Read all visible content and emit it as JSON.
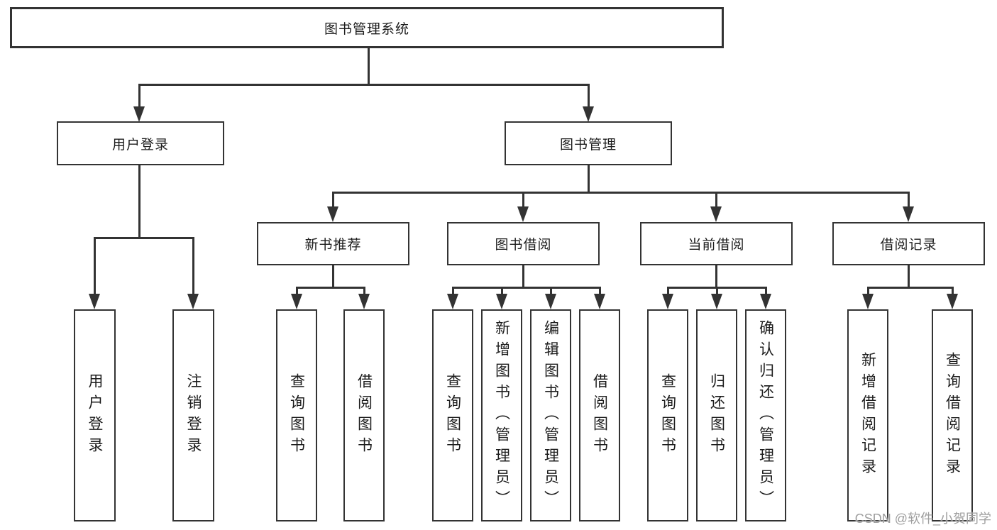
{
  "colors": {
    "line": "#333333",
    "box_background": "#ffffff",
    "text": "#1c1c1c",
    "watermark": "#9e9e9e"
  },
  "root": {
    "label": "图书管理系统"
  },
  "branches": [
    {
      "label": "用户登录",
      "leaves": [
        {
          "label": "用户登录"
        },
        {
          "label": "注销登录"
        }
      ]
    },
    {
      "label": "图书管理",
      "children": [
        {
          "label": "新书推荐",
          "leaves": [
            {
              "label": "查询图书"
            },
            {
              "label": "借阅图书"
            }
          ]
        },
        {
          "label": "图书借阅",
          "leaves": [
            {
              "label": "查询图书"
            },
            {
              "label": "新增图书（管理员）"
            },
            {
              "label": "编辑图书（管理员）"
            },
            {
              "label": "借阅图书"
            }
          ]
        },
        {
          "label": "当前借阅",
          "leaves": [
            {
              "label": "查询图书"
            },
            {
              "label": "归还图书"
            },
            {
              "label": "确认归还（管理员）"
            }
          ]
        },
        {
          "label": "借阅记录",
          "leaves": [
            {
              "label": "新增借阅记录"
            },
            {
              "label": "查询借阅记录"
            }
          ]
        }
      ]
    }
  ],
  "watermark": {
    "text": "CSDN @软件_小贺同学"
  }
}
